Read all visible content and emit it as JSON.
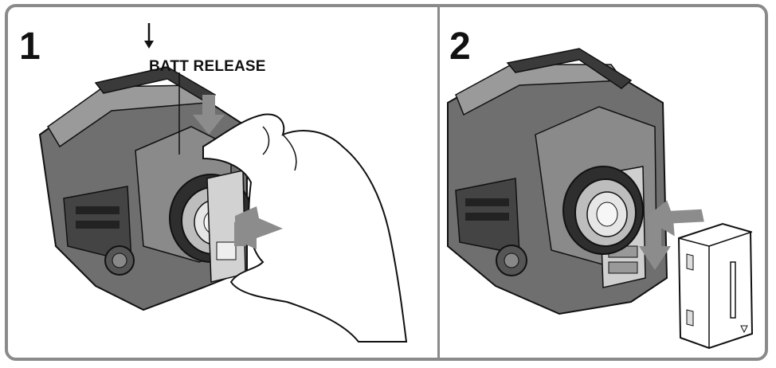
{
  "steps": [
    {
      "number": "1",
      "label": "BATT RELEASE"
    },
    {
      "number": "2"
    }
  ],
  "colors": {
    "frame": "#8a8a8a",
    "body_dark": "#3a3a3a",
    "body_mid": "#7a7a7a",
    "body_light": "#c8c8c8",
    "arrow": "#8c8c8c",
    "outline": "#111111"
  }
}
